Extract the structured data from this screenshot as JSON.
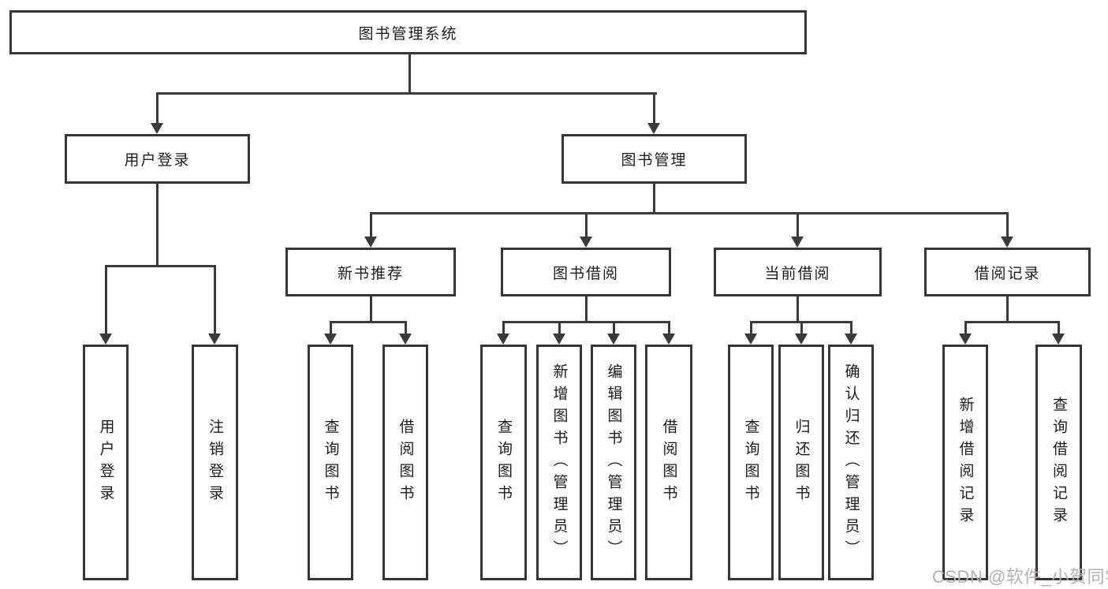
{
  "diagram": {
    "title": "图书管理系统",
    "nodes": {
      "root": "图书管理系统",
      "login": "用户登录",
      "manage": "图书管理",
      "login_children": [
        "用户登录",
        "注销登录"
      ],
      "modules": [
        "新书推荐",
        "图书借阅",
        "当前借阅",
        "借阅记录"
      ],
      "new_book_children": [
        "查询图书",
        "借阅图书"
      ],
      "borrow_children": [
        "查询图书",
        "新增图书（管理员）",
        "编辑图书（管理员）",
        "借阅图书"
      ],
      "current_children": [
        "查询图书",
        "归还图书",
        "确认归还（管理员）"
      ],
      "record_children": [
        "新增借阅记录",
        "查询借阅记录"
      ]
    },
    "colors": {
      "line": "#3a3a3a",
      "box_border": "#363636",
      "text": "#1c1c1c",
      "background": "#ffffff",
      "watermark": "#b6b0b2"
    }
  },
  "watermark": {
    "text": "CSDN @软件_小贺同学"
  }
}
